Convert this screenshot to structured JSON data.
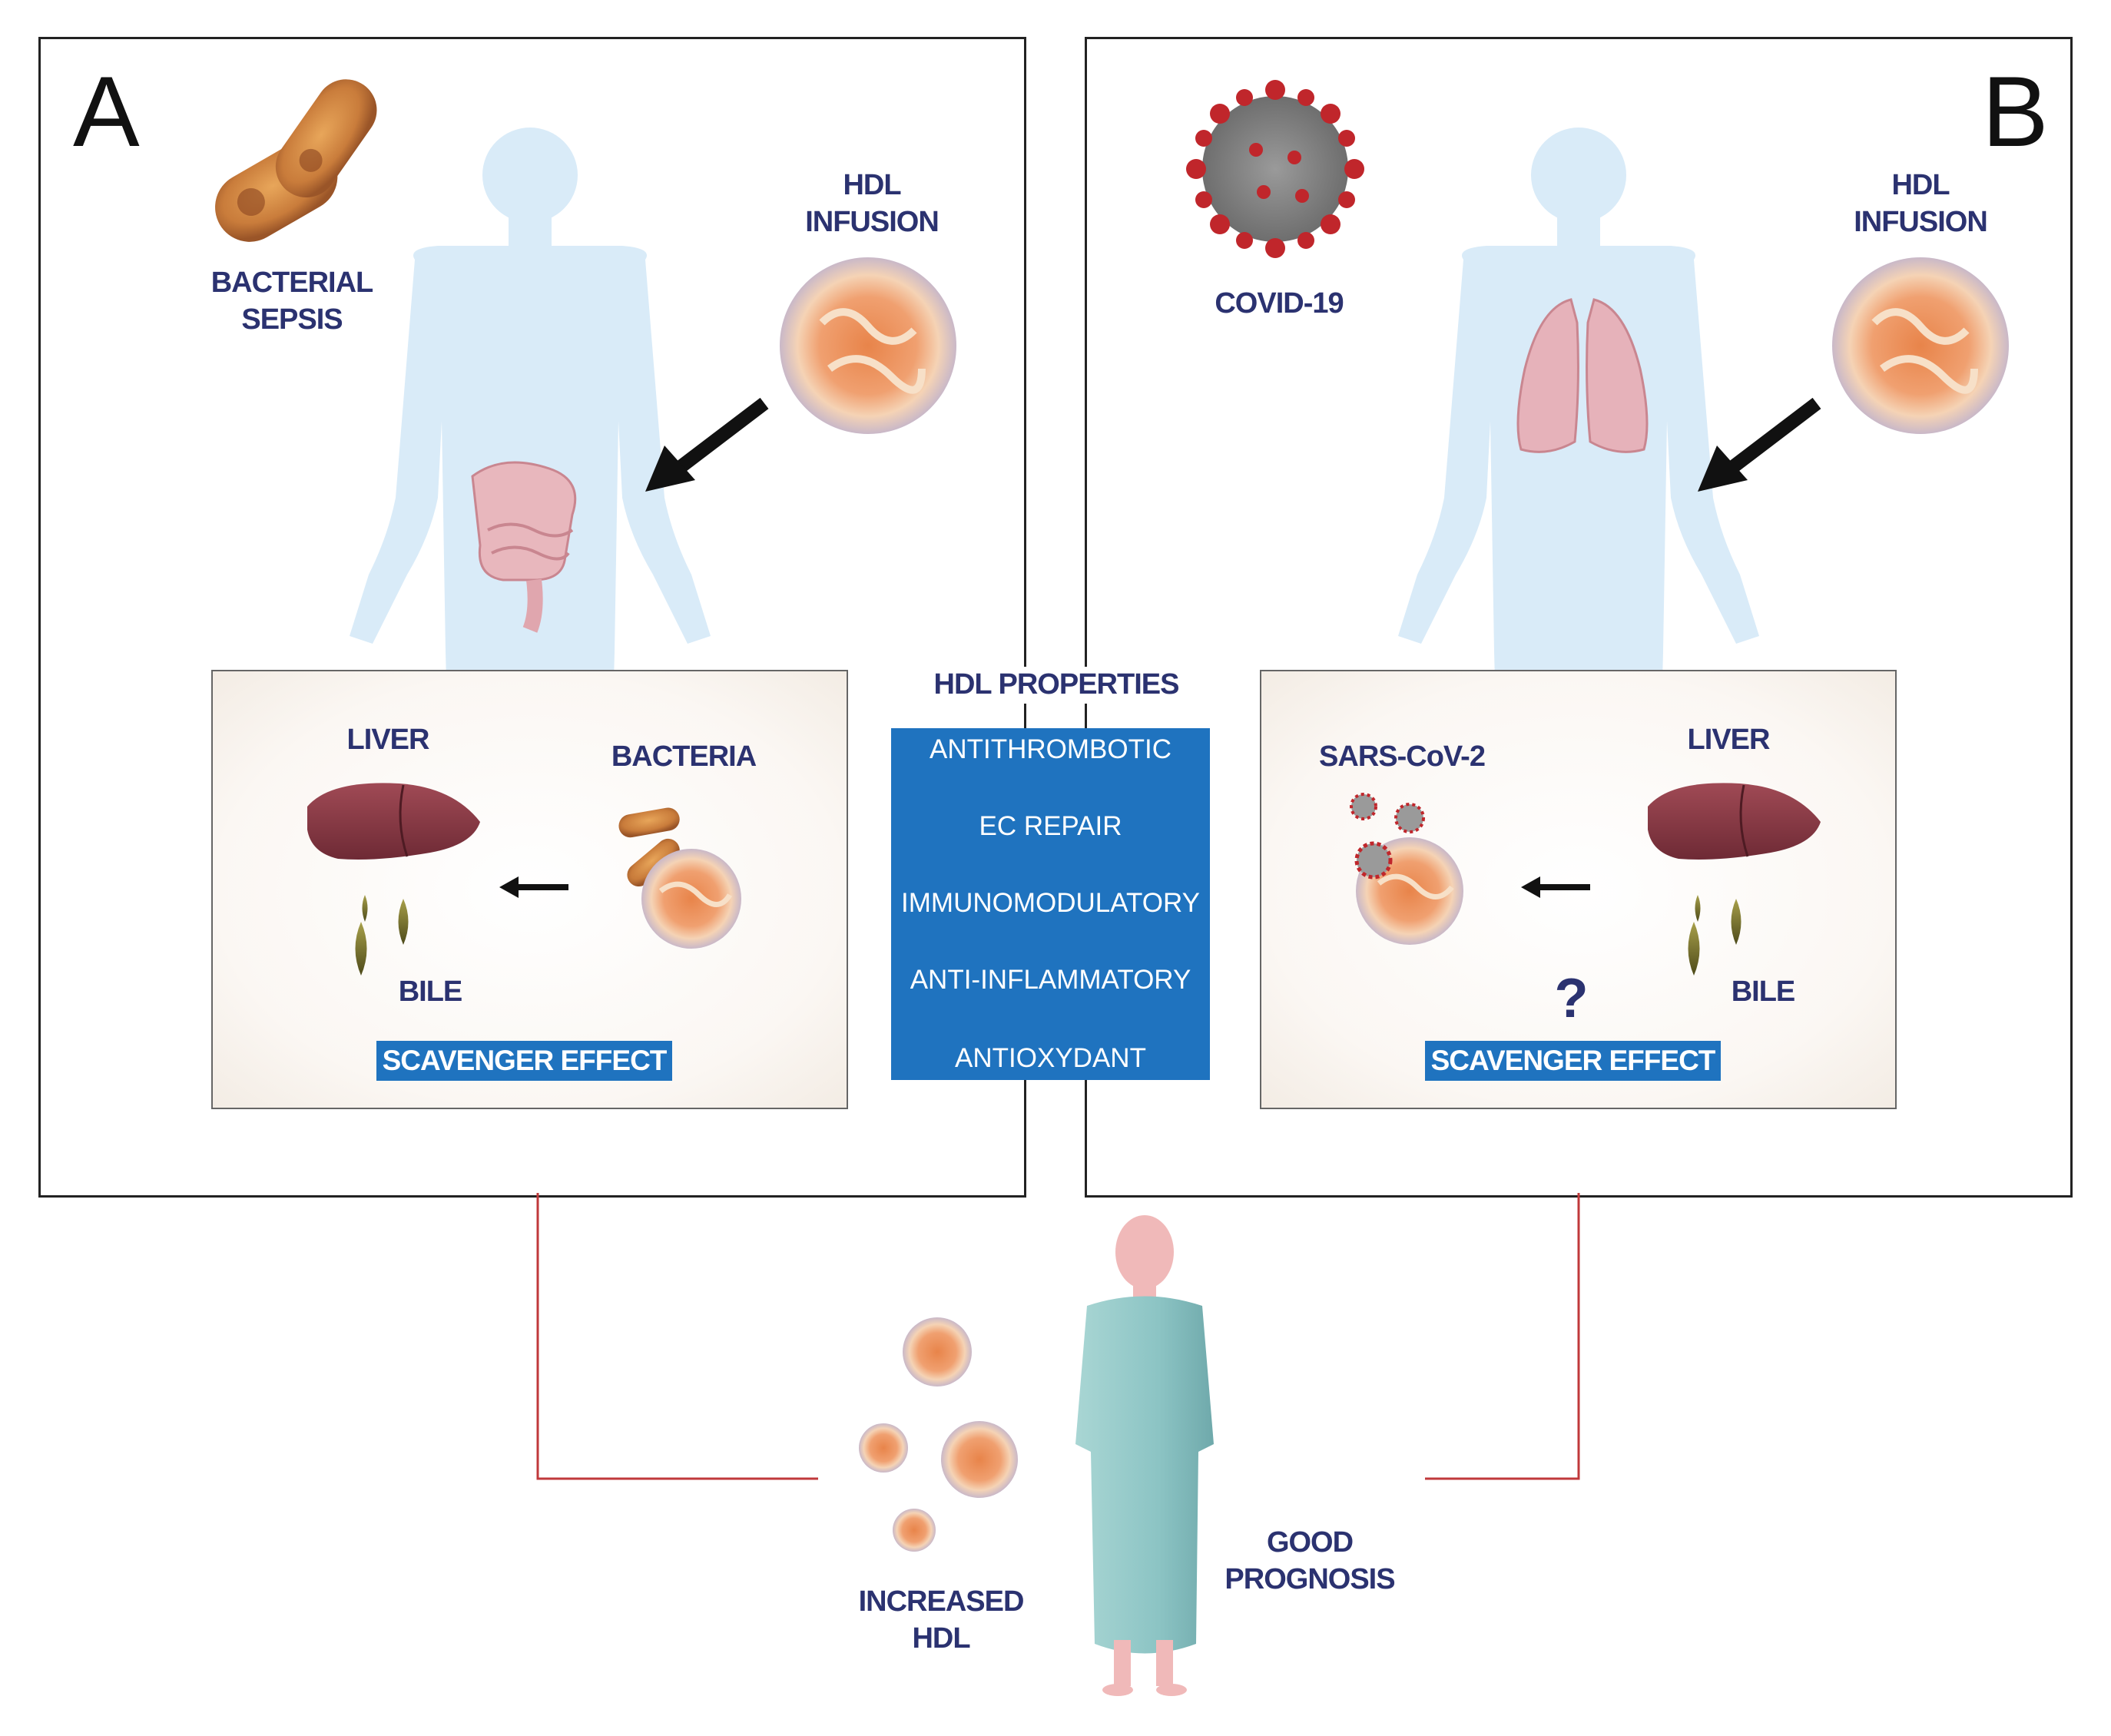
{
  "panel_a": {
    "letter": "A",
    "bacterial_sepsis": [
      "BACTERIAL",
      "SEPSIS"
    ],
    "hdl_infusion": [
      "HDL",
      "INFUSION"
    ],
    "inset": {
      "liver": "LIVER",
      "bacteria": "BACTERIA",
      "bile": "BILE",
      "scavenger": "SCAVENGER EFFECT"
    }
  },
  "panel_b": {
    "letter": "B",
    "covid": "COVID-19",
    "hdl_infusion": [
      "HDL",
      "INFUSION"
    ],
    "inset": {
      "sars": "SARS-CoV-2",
      "liver": "LIVER",
      "bile": "BILE",
      "question": "?",
      "scavenger": "SCAVENGER EFFECT"
    }
  },
  "hdl_properties": {
    "title": "HDL PROPERTIES",
    "items": [
      "ANTITHROMBOTIC",
      "EC REPAIR",
      "IMMUNOMODULATORY",
      "ANTI-INFLAMMATORY",
      "ANTIOXYDANT"
    ]
  },
  "bottom": {
    "increased_hdl": [
      "INCREASED",
      "HDL"
    ],
    "good_prognosis": [
      "GOOD",
      "PROGNOSIS"
    ]
  },
  "colors": {
    "label_text": "#2b3270",
    "blue_box": "#1f73bf",
    "body_silhouette": "#d9ebf8",
    "connector": "#c0393b",
    "hdl_orange": "#e8844a",
    "liver": "#8a3a45"
  },
  "icons": [
    "human-silhouette-icon",
    "bacteria-icon",
    "hdl-particle-icon",
    "coronavirus-icon",
    "intestine-icon",
    "lungs-icon",
    "liver-icon",
    "bile-drop-icon",
    "patient-gown-icon",
    "arrow-icon"
  ]
}
